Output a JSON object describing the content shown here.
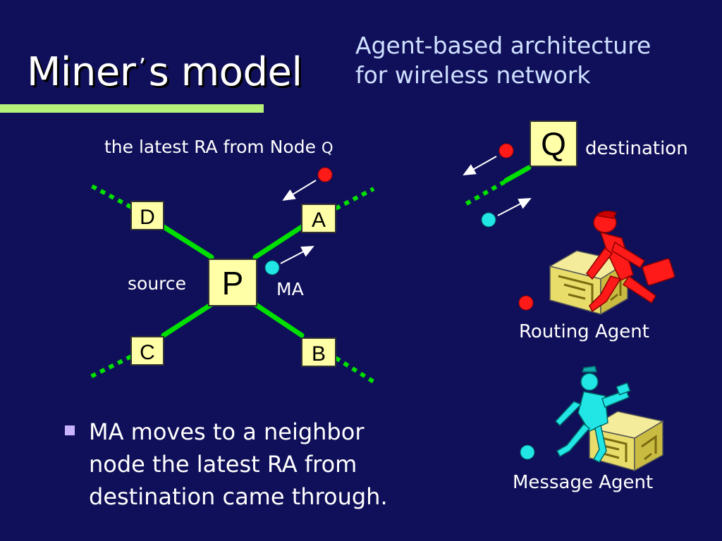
{
  "slide": {
    "title_main": "Miner",
    "title_apos": "’",
    "title_rest": "s model",
    "subtitle_line1": "Agent-based architecture",
    "subtitle_line2": "for wireless network"
  },
  "diagram": {
    "label_latest_main": "the latest RA from Node ",
    "label_latest_node": "Q",
    "label_source": "source",
    "label_ma": "MA",
    "label_destination": "destination",
    "nodes": {
      "P": "P",
      "A": "A",
      "B": "B",
      "C": "C",
      "D": "D",
      "Q": "Q"
    }
  },
  "legend": {
    "routing_agent": "Routing Agent",
    "message_agent": "Message Agent"
  },
  "bullets": [
    "MA moves to a neighbor node the latest RA from destination came through."
  ],
  "colors": {
    "background": "#10105a",
    "link": "#00e000",
    "node_fill": "#ffffa8",
    "routing_agent": "#ff1a1a",
    "message_agent": "#22e6e6",
    "maze": "#e8dc6a",
    "underline": "#b6f27a",
    "bullet": "#c9b3ff"
  }
}
